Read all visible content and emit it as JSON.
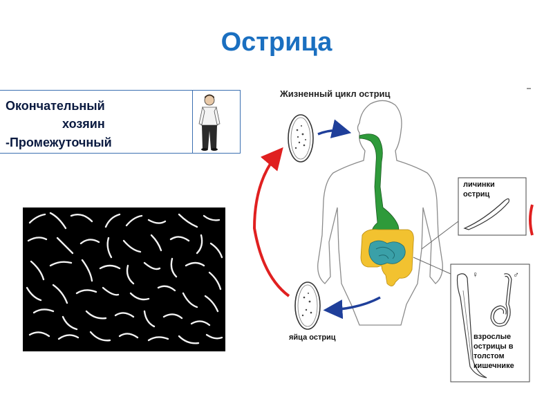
{
  "title": "Острица",
  "host": {
    "line1": "Окончательный",
    "line2": "хозяин",
    "line3": "-Промежуточный"
  },
  "diagram": {
    "title": "Жизненный цикл остриц",
    "larvae_label_1": "личинки",
    "larvae_label_2": "остриц",
    "eggs_label": "яйца остриц",
    "adults_label_1": "взрослые",
    "adults_label_2": "острицы в",
    "adults_label_3": "толстом",
    "adults_label_4": "кишечнике",
    "female_symbol": "♀",
    "male_symbol": "♂"
  },
  "colors": {
    "title": "#1a6fc0",
    "esophagus": "#2e9a3a",
    "large_intestine": "#f2c230",
    "small_intestine": "#3aa0a8",
    "red_arrow": "#e02020",
    "blue_arrow": "#1f3f9a"
  }
}
